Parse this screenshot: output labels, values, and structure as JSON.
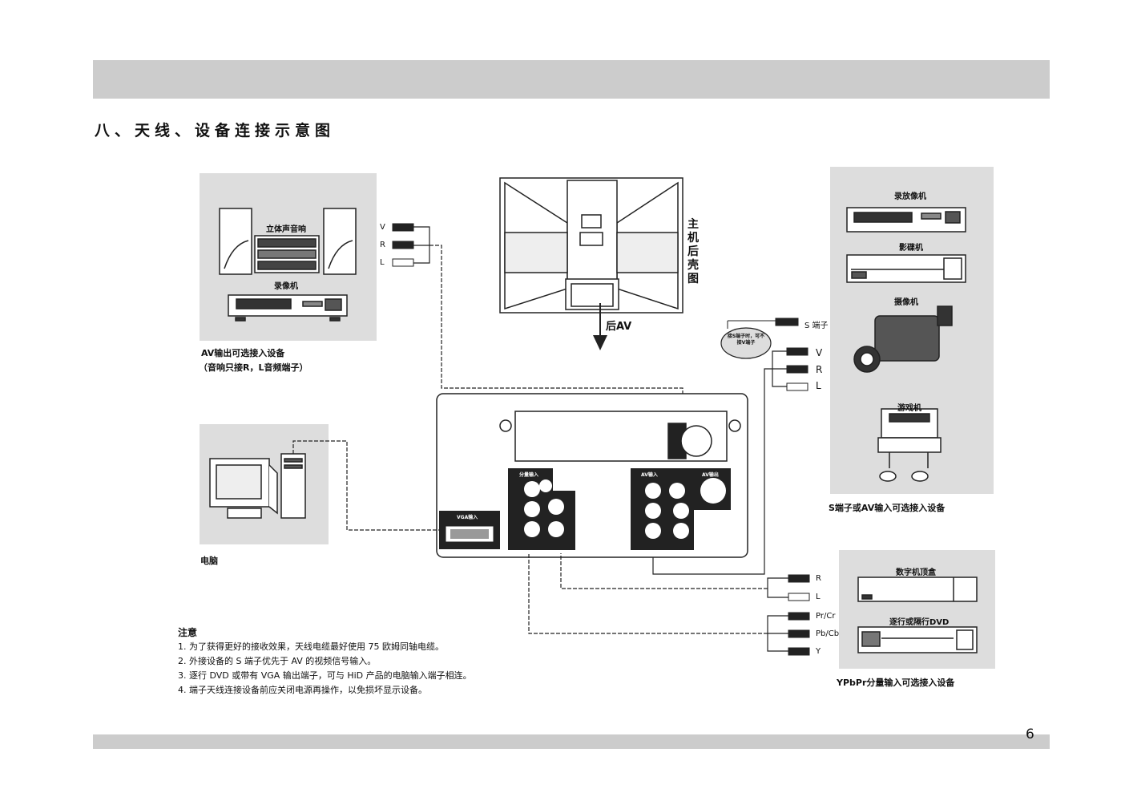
{
  "page": {
    "title": "八、天线、设备连接示意图",
    "page_number": "6"
  },
  "stereo_panel": {
    "label_stereo": "立体声音响",
    "label_vcr": "录像机",
    "caption_line1": "AV输出可选接入设备",
    "caption_line2": "（音响只接R，L音频端子）",
    "jack_v": "V",
    "jack_r": "R",
    "jack_l": "L"
  },
  "tv_rear": {
    "label": "主机后壳图",
    "rear_av": "后AV"
  },
  "right_panel": {
    "label_vcr": "录放像机",
    "label_vcd": "影碟机",
    "label_camcorder": "摄像机",
    "label_game": "游戏机",
    "caption": "S端子或AV输入可选接入设备",
    "bubble_text": "接S端子时，可不接V端子",
    "jack_s": "S 端子",
    "jack_v": "V",
    "jack_r": "R",
    "jack_l": "L"
  },
  "pc_panel": {
    "caption": "电脑"
  },
  "dvd_panel": {
    "label_top": "数字机顶盒",
    "label_bottom": "逐行或隔行DVD",
    "caption": "YPbPr分量输入可选接入设备",
    "jack_r": "R",
    "jack_l": "L",
    "jack_pr": "Pr/Cr",
    "jack_pb": "Pb/Cb",
    "jack_y": "Y"
  },
  "back_panel": {
    "vga_label": "VGA输入",
    "ypbpr_label": "分量输入",
    "av_label": "AV输入",
    "out_label": "AV输出"
  },
  "notes": {
    "heading": "注意",
    "items": [
      "1.  为了获得更好的接收效果，天线电缆最好使用 75 欧姆同轴电缆。",
      "2.  外接设备的 S 端子优先于 AV 的视频信号输入。",
      "3.  逐行 DVD 或带有 VGA 输出端子，可与 HiD 产品的电脑输入端子相连。",
      "4.  端子天线连接设备前应关闭电源再操作，以免损坏显示设备。"
    ]
  },
  "colors": {
    "bar": "#cccccc",
    "panel": "#dddddd"
  }
}
